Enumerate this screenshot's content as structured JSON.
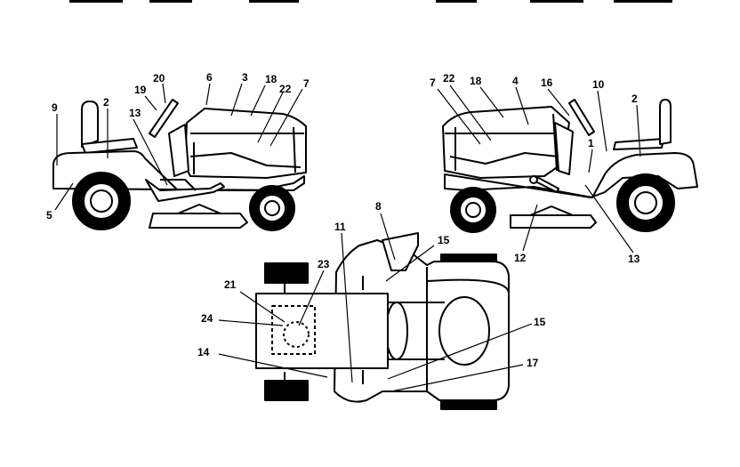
{
  "diagram": {
    "left_view_labels": [
      "9",
      "2",
      "19",
      "20",
      "6",
      "3",
      "18",
      "22",
      "7",
      "13",
      "5"
    ],
    "right_view_labels": [
      "7",
      "22",
      "18",
      "4",
      "16",
      "10",
      "2",
      "1",
      "12",
      "13"
    ],
    "bottom_view_labels": [
      "8",
      "11",
      "15",
      "23",
      "21",
      "24",
      "14",
      "15",
      "17"
    ],
    "colors": {
      "line": "#000000",
      "fill": "#ffffff"
    }
  }
}
